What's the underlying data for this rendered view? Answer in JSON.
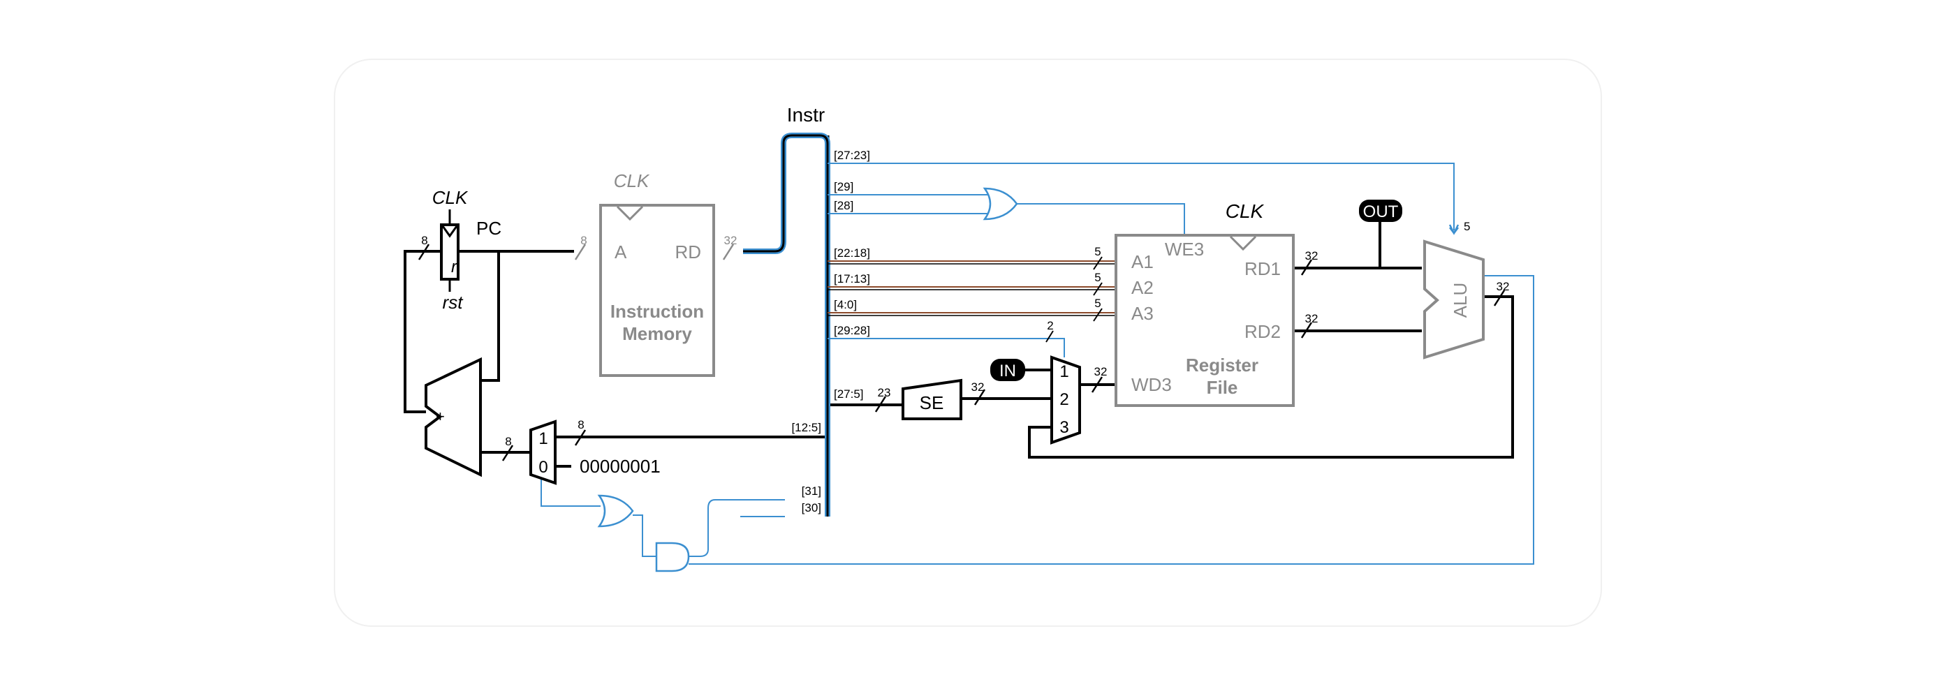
{
  "bus": {
    "instr": "Instr"
  },
  "pc": {
    "label": "PC",
    "clk": "CLK",
    "reset_pin": "r",
    "rst": "rst",
    "width_in": "8",
    "width_out": "8"
  },
  "imem": {
    "clk": "CLK",
    "port_a": "A",
    "port_rd": "RD",
    "title_line1": "Instruction",
    "title_line2": "Memory",
    "width_a": "8",
    "width_rd": "32"
  },
  "adder": {
    "symbol": "+",
    "width_out": "8"
  },
  "pcmux": {
    "in1": "1",
    "in0": "0",
    "const": "00000001",
    "width_in1": "8"
  },
  "bits": {
    "b27_23": "[27:23]",
    "b29": "[29]",
    "b28": "[28]",
    "b22_18": "[22:18]",
    "b17_13": "[17:13]",
    "b4_0": "[4:0]",
    "b29_28": "[29:28]",
    "b27_5": "[27:5]",
    "b12_5": "[12:5]",
    "b31": "[31]",
    "b30": "[30]"
  },
  "widths": {
    "w5": "5",
    "w2": "2",
    "w23": "23",
    "w32": "32"
  },
  "se": {
    "label": "SE"
  },
  "io": {
    "in": "IN",
    "out": "OUT"
  },
  "wdmux": {
    "in1": "1",
    "in2": "2",
    "in3": "3"
  },
  "regfile": {
    "clk": "CLK",
    "we3": "WE3",
    "a1": "A1",
    "a2": "A2",
    "a3": "A3",
    "wd3": "WD3",
    "rd1": "RD1",
    "rd2": "RD2",
    "title_line1": "Register",
    "title_line2": "File"
  },
  "alu": {
    "label": "ALU"
  },
  "colors": {
    "wire": "#000000",
    "control": "#3b8fd0",
    "gray": "#8a8a8a",
    "brown": "#8b4a2b"
  }
}
